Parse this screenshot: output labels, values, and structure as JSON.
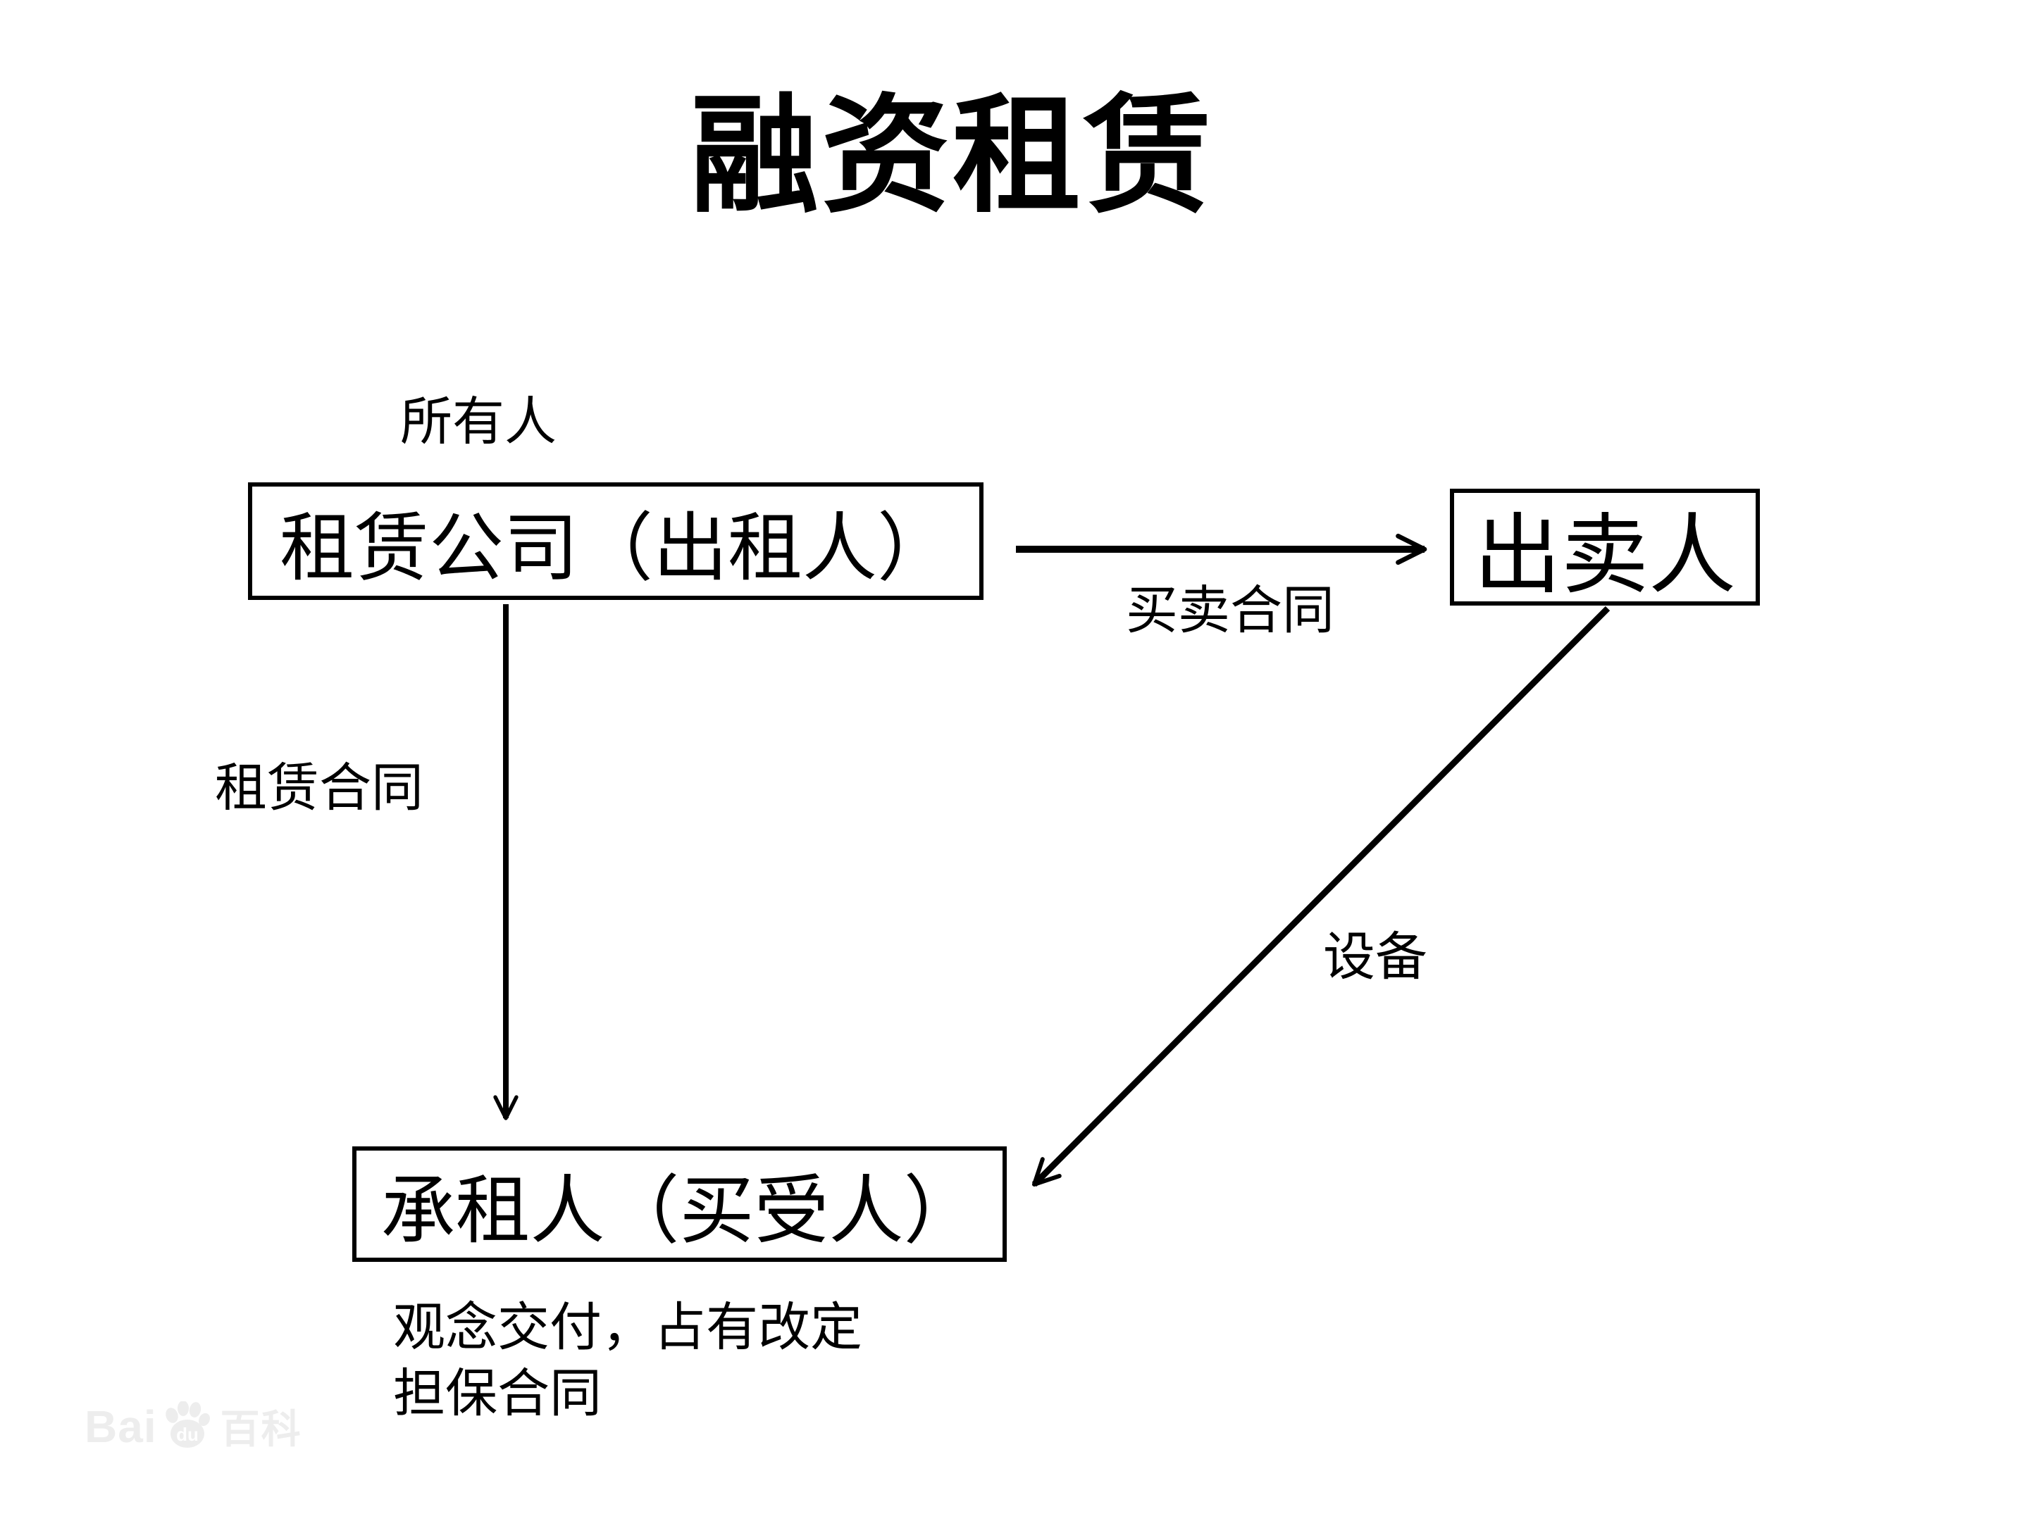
{
  "title": "融资租赁",
  "colors": {
    "background": "#ffffff",
    "stroke": "#000000",
    "text": "#000000",
    "watermark": "#ededed"
  },
  "nodes": {
    "lessor": {
      "label": "租赁公司（出租人）",
      "annotation": "所有人"
    },
    "seller": {
      "label": "出卖人"
    },
    "lessee": {
      "label": "承租人（买受人）",
      "notes": [
        "观念交付，占有改定",
        "担保合同"
      ]
    }
  },
  "edges": {
    "sale": {
      "from": "租赁公司（出租人）",
      "to": "出卖人",
      "label": "买卖合同",
      "direction": "right"
    },
    "lease": {
      "from": "租赁公司（出租人）",
      "to": "承租人（买受人）",
      "label": "租赁合同",
      "direction": "down"
    },
    "equipment": {
      "from": "出卖人",
      "to": "承租人（买受人）",
      "label": "设备",
      "direction": "down-left"
    }
  },
  "watermark": {
    "brand": "Bai",
    "brand_suffix": "du",
    "wordmark": "百科",
    "icon": "baidu-paw-icon"
  }
}
